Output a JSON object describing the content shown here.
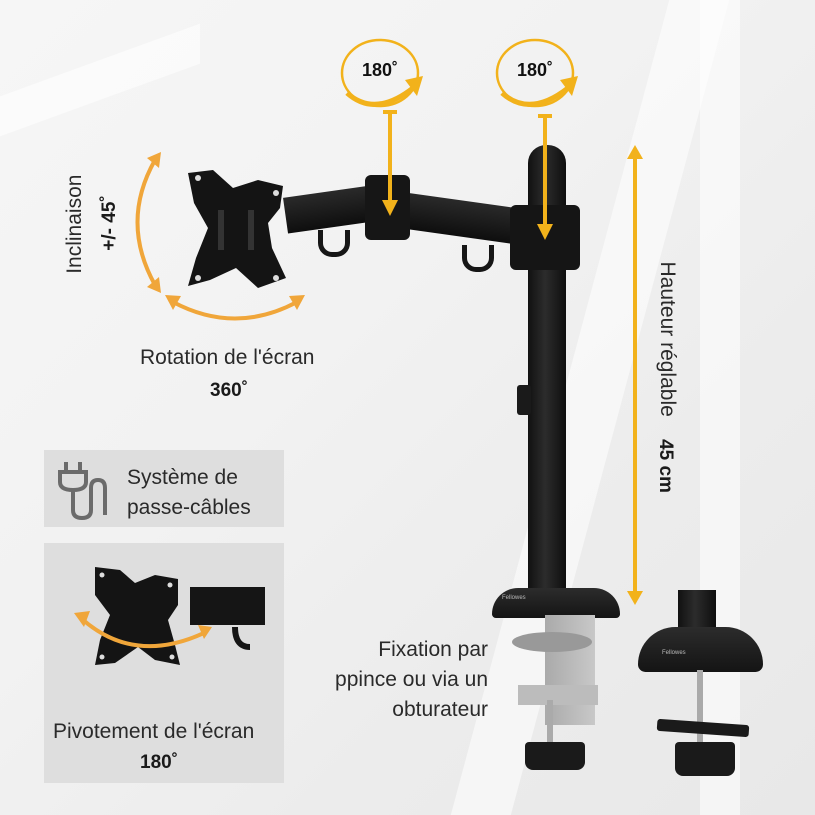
{
  "colors": {
    "accent": "#f2b21b",
    "arrow_orange": "#f0a63a",
    "panel": "#dedede",
    "metal_dark": "#1c1c1c"
  },
  "top_rotations": [
    {
      "label": "180˚"
    },
    {
      "label": "180˚"
    }
  ],
  "tilt": {
    "label": "Inclinaison",
    "value": "+/- 45˚"
  },
  "screen_rotation": {
    "label": "Rotation de l'écran",
    "value": "360˚"
  },
  "cable_system": {
    "icon": "plug-cable-icon",
    "line1": "Système de",
    "line2": "passe-câbles"
  },
  "swivel": {
    "label": "Pivotement de l'écran",
    "value": "180˚"
  },
  "height": {
    "label": "Hauteur réglable",
    "value": "45 cm"
  },
  "mounting": {
    "line1": "Fixation par",
    "line2": "ppince ou via un",
    "line3": "obturateur"
  },
  "brand": {
    "name": "Fellowes"
  }
}
